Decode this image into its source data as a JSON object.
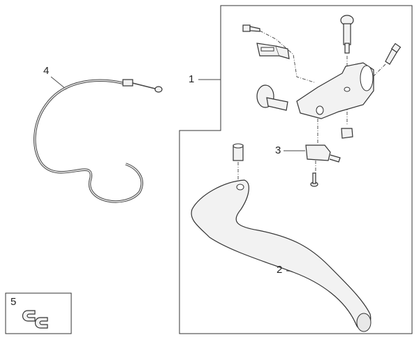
{
  "diagram": {
    "callouts": [
      {
        "id": "1",
        "label": "1"
      },
      {
        "id": "2",
        "label": "2"
      },
      {
        "id": "3",
        "label": "3"
      },
      {
        "id": "4",
        "label": "4"
      },
      {
        "id": "5",
        "label": "5"
      }
    ],
    "colors": {
      "line": "#333333",
      "fill": "#f2f2f2",
      "background": "#ffffff"
    }
  }
}
